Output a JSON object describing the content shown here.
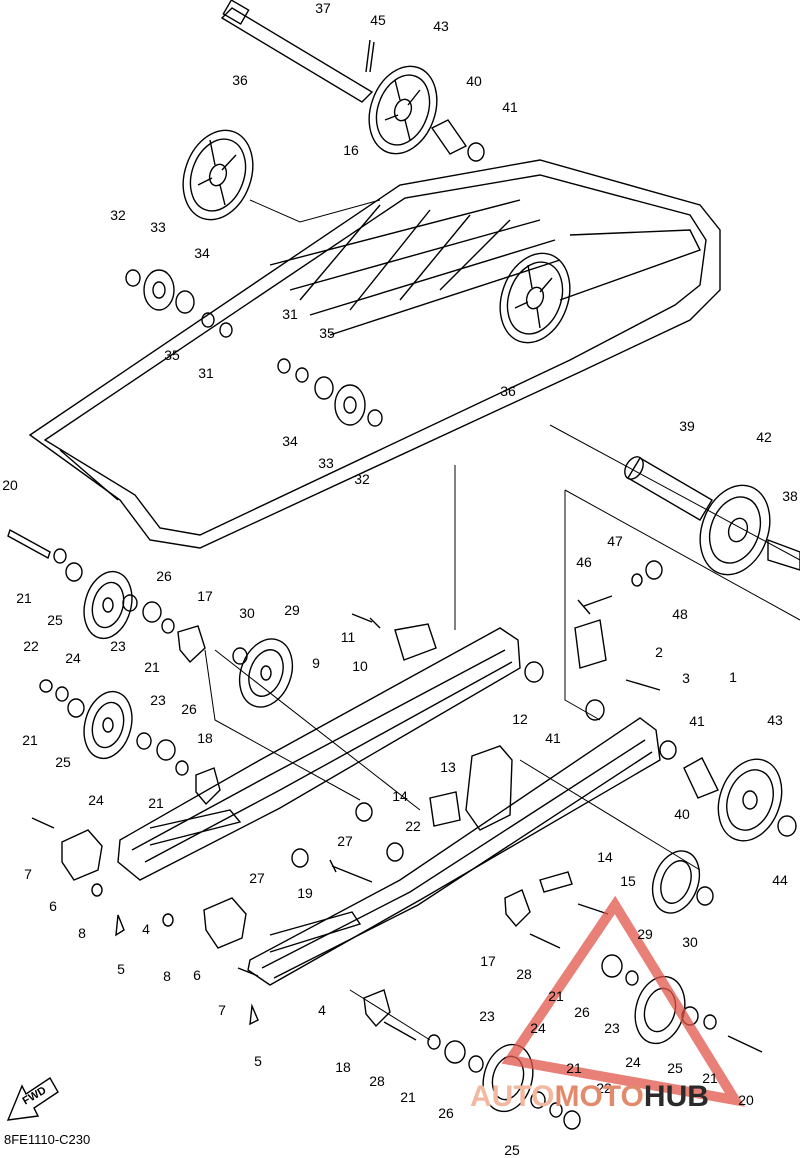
{
  "diagram_code": "8FE1110-C230",
  "fwd_label": "FWD",
  "watermark": {
    "part1": "AUTO",
    "part2": "MOTO",
    "part3": "HUB",
    "color_triangle": "#e0564a",
    "color_text_light": "#f2b8a0",
    "color_text_dark": "#2a2a2a"
  },
  "callouts": [
    "37",
    "45",
    "43",
    "36",
    "40",
    "41",
    "16",
    "32",
    "33",
    "34",
    "35",
    "31",
    "31",
    "35",
    "34",
    "33",
    "32",
    "36",
    "39",
    "42",
    "38",
    "20",
    "21",
    "25",
    "24",
    "26",
    "23",
    "21",
    "17",
    "30",
    "29",
    "11",
    "10",
    "9",
    "47",
    "46",
    "48",
    "2",
    "3",
    "1",
    "22",
    "21",
    "25",
    "24",
    "23",
    "26",
    "21",
    "18",
    "41",
    "41",
    "12",
    "13",
    "14",
    "22",
    "43",
    "40",
    "44",
    "7",
    "6",
    "8",
    "4",
    "27",
    "27",
    "19",
    "14",
    "15",
    "5",
    "8",
    "6",
    "7",
    "5",
    "4",
    "17",
    "28",
    "29",
    "30",
    "21",
    "26",
    "23",
    "24",
    "21",
    "25",
    "21",
    "18",
    "28",
    "23",
    "21",
    "26",
    "25",
    "22",
    "20",
    "24"
  ]
}
